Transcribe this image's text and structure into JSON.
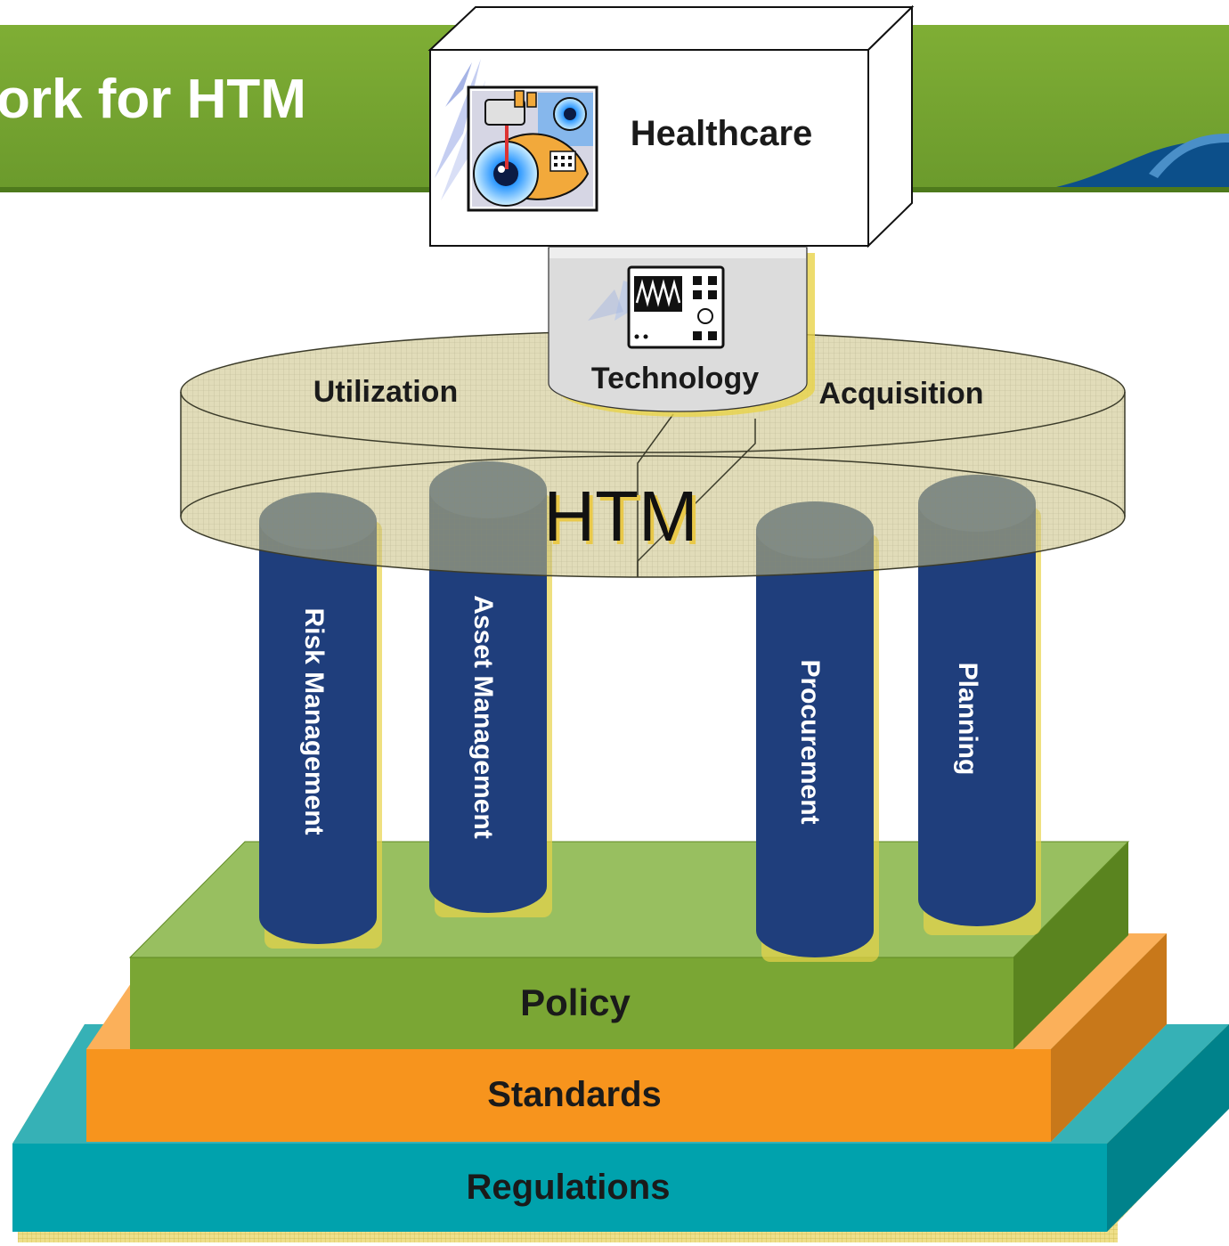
{
  "header": {
    "title": "ork for HTM"
  },
  "healthcare": {
    "label": "Healthcare"
  },
  "technology": {
    "label": "Technology"
  },
  "htm_ring": {
    "center_label": "HTM",
    "left_label": "Utilization",
    "right_label": "Acquisition"
  },
  "pillars": [
    {
      "label": "Risk Management"
    },
    {
      "label": "Asset Management"
    },
    {
      "label": "Procurement"
    },
    {
      "label": "Planning"
    }
  ],
  "layers": [
    {
      "label": "Policy"
    },
    {
      "label": "Standards"
    },
    {
      "label": "Regulations"
    }
  ],
  "colors": {
    "header_green": "#76a030",
    "policy_green": "#7aa634",
    "standards_orange": "#f7941d",
    "regulations_teal": "#00a2ad",
    "pillar_blue": "#1f3e7c",
    "ring_tan": "#c9bf80"
  }
}
